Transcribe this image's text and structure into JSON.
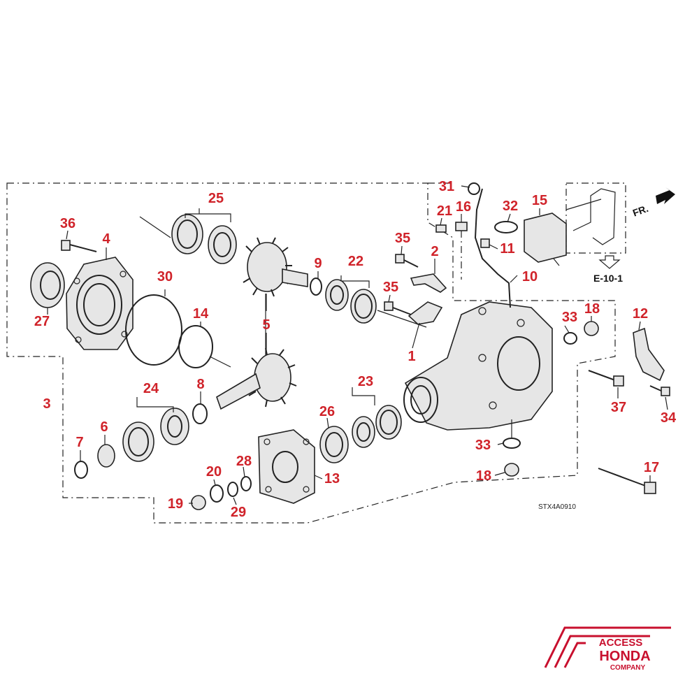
{
  "diagram": {
    "callouts": [
      "1",
      "2",
      "3",
      "4",
      "5",
      "6",
      "7",
      "8",
      "9",
      "10",
      "11",
      "12",
      "13",
      "14",
      "15",
      "16",
      "17",
      "18",
      "18",
      "19",
      "20",
      "21",
      "22",
      "23",
      "24",
      "25",
      "26",
      "27",
      "28",
      "29",
      "30",
      "31",
      "32",
      "33",
      "33",
      "34",
      "35",
      "35",
      "36",
      "37"
    ],
    "fr_label": "FR.",
    "reference_label": "E-10-1",
    "drawing_code": "STX4A0910"
  },
  "brand": {
    "line1": "ACCESS",
    "line2": "HONDA",
    "line3": "COMPANY",
    "color": "#c8102e"
  },
  "colors": {
    "callout": "#d0232a",
    "line": "#222222"
  }
}
